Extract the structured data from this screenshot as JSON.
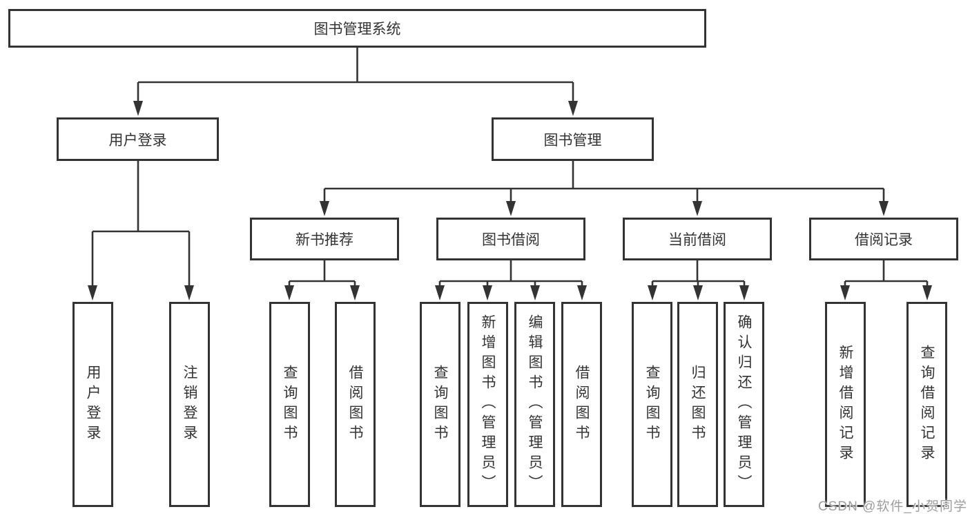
{
  "colors": {
    "line": "#333333",
    "text": "#333333",
    "watermark": "#9e9e9e",
    "bg": "#ffffff"
  },
  "tree": {
    "root": {
      "label": "图书管理系统"
    },
    "branches": [
      {
        "label": "用户登录",
        "children": [
          {
            "label": "用户登录"
          },
          {
            "label": "注销登录"
          }
        ]
      },
      {
        "label": "图书管理",
        "children": [
          {
            "label": "新书推荐",
            "children": [
              {
                "label": "查询图书"
              },
              {
                "label": "借阅图书"
              }
            ]
          },
          {
            "label": "图书借阅",
            "children": [
              {
                "label": "查询图书"
              },
              {
                "label": "新增图书（管理员）"
              },
              {
                "label": "编辑图书（管理员）"
              },
              {
                "label": "借阅图书"
              }
            ]
          },
          {
            "label": "当前借阅",
            "children": [
              {
                "label": "查询图书"
              },
              {
                "label": "归还图书"
              },
              {
                "label": "确认归还（管理员）"
              }
            ]
          },
          {
            "label": "借阅记录",
            "children": [
              {
                "label": "新增借阅记录"
              },
              {
                "label": "查询借阅记录"
              }
            ]
          }
        ]
      }
    ]
  },
  "watermark": {
    "text": "CSDN @软件_小贺同学"
  }
}
